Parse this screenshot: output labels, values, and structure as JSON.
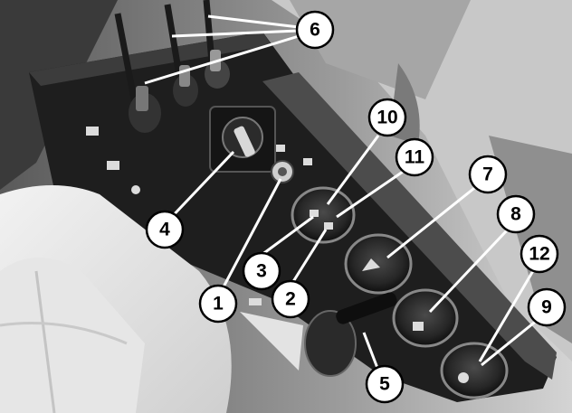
{
  "image": {
    "description_icons": [
      "photo-console",
      "seat",
      "throttle-lever",
      "gauge",
      "rotary-switch",
      "toggle-levers"
    ]
  },
  "callouts": [
    {
      "label": "6"
    },
    {
      "label": "10"
    },
    {
      "label": "11"
    },
    {
      "label": "7"
    },
    {
      "label": "8"
    },
    {
      "label": "12"
    },
    {
      "label": "9"
    },
    {
      "label": "4"
    },
    {
      "label": "3"
    },
    {
      "label": "2"
    },
    {
      "label": "1"
    },
    {
      "label": "5"
    }
  ],
  "colors": {
    "callout_fill": "#ffffff",
    "callout_stroke": "#000000",
    "panel": "#1e1e1e",
    "background": "#b9b9b9"
  }
}
